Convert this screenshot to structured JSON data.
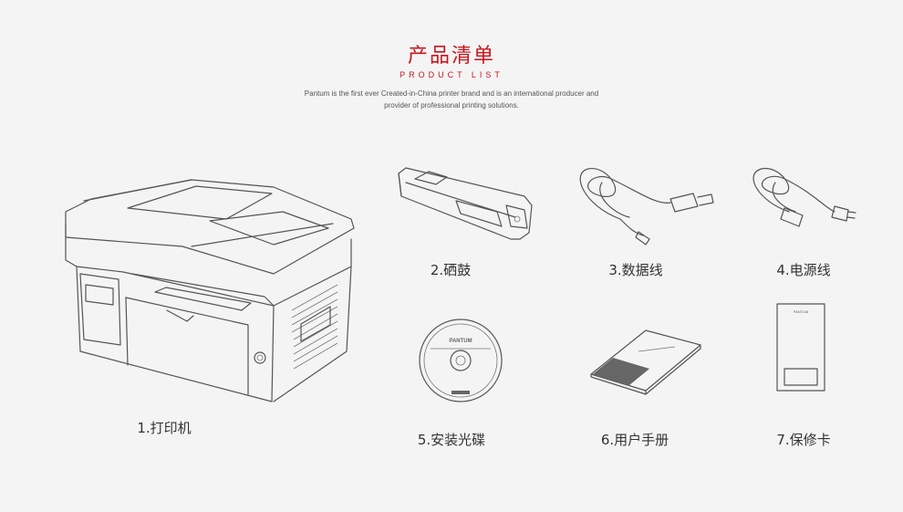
{
  "header": {
    "title": "产品清单",
    "subtitle": "PRODUCT LIST",
    "desc_line1": "Pantum is the first ever Created-in-China printer brand and is an international producer and",
    "desc_line2": "provider of professional printing solutions."
  },
  "items": [
    {
      "label": "1.打印机",
      "icon": "printer-icon"
    },
    {
      "label": "2.硒鼓",
      "icon": "toner-cartridge-icon"
    },
    {
      "label": "3.数据线",
      "icon": "usb-cable-icon"
    },
    {
      "label": "4.电源线",
      "icon": "power-cable-icon"
    },
    {
      "label": "5.安装光碟",
      "icon": "installation-cd-icon"
    },
    {
      "label": "6.用户手册",
      "icon": "user-manual-icon"
    },
    {
      "label": "7.保修卡",
      "icon": "warranty-card-icon"
    }
  ],
  "brand_marks": {
    "cd_brand": "PANTUM",
    "card_brand": "PANTUM"
  },
  "colors": {
    "accent": "#c8161d",
    "background": "#f4f4f4",
    "line": "#555555"
  }
}
